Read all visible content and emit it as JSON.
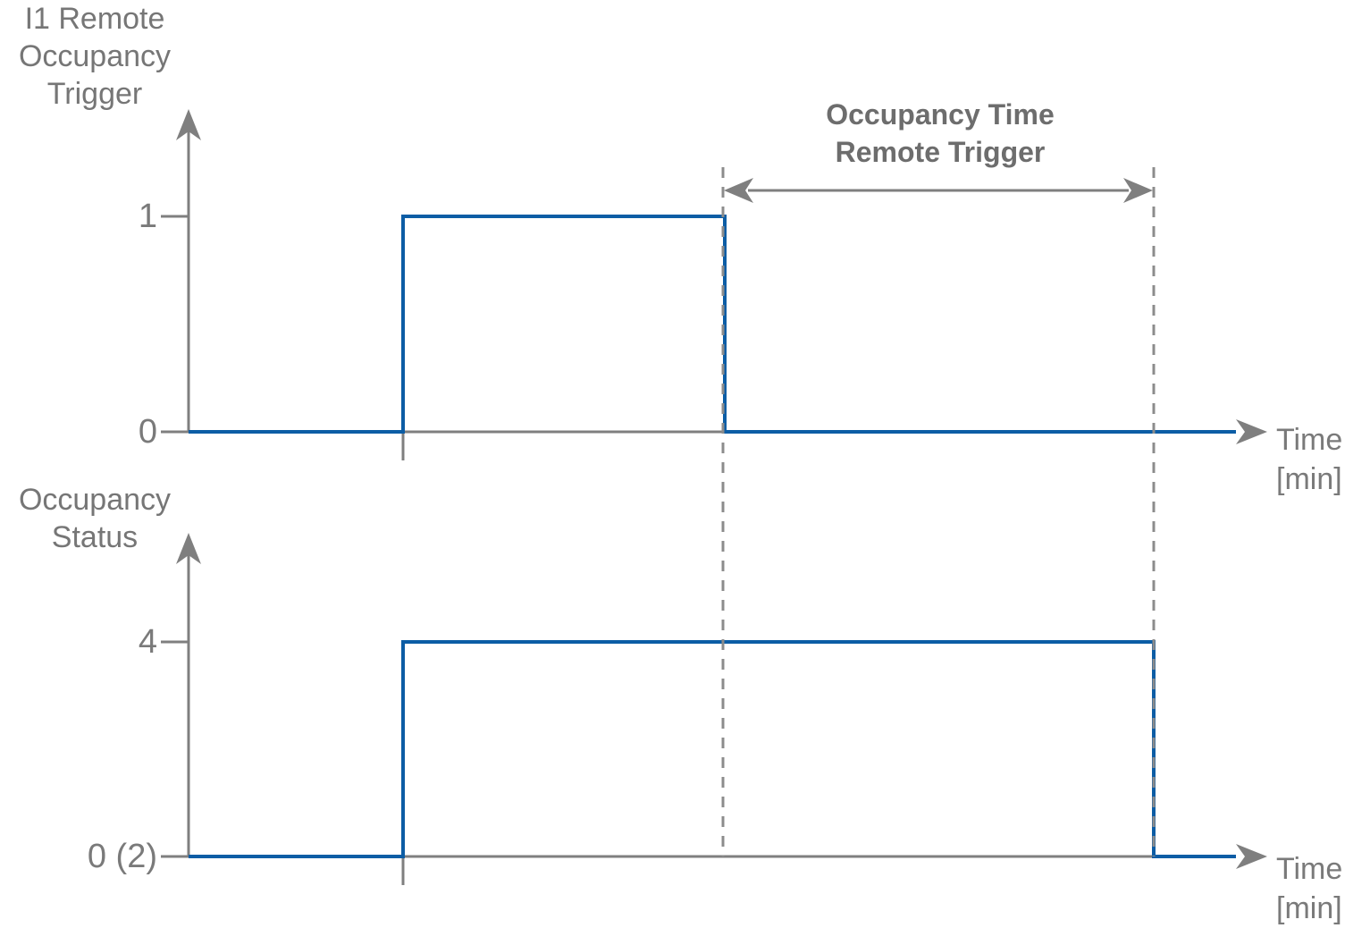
{
  "colors": {
    "signal_blue": "#0C5DA5",
    "axis_gray": "#7f7f7f",
    "dashed_gray": "#8c8c8c",
    "text_gray": "#767676",
    "annotation_gray": "#6d6d6d"
  },
  "labels": {
    "chart1_axis_title": "I1 Remote\nOccupancy\nTrigger",
    "chart2_axis_title": "Occupancy\nStatus",
    "chart1_xlabel": "Time\n[min]",
    "chart2_xlabel": "Time\n[min]",
    "chart1_ytick_high": "1",
    "chart1_ytick_zero": "0",
    "chart2_ytick_high": "4",
    "chart2_ytick_zero": "0 (2)",
    "annotation": "Occupancy Time\nRemote Trigger"
  },
  "chart_data": [
    {
      "type": "line",
      "subtype": "step-signal",
      "title": "I1 Remote Occupancy Trigger",
      "xlabel": "Time [min]",
      "ylabel": "I1 Remote Occupancy Trigger",
      "x": [
        0,
        2,
        2,
        5,
        5,
        9.77
      ],
      "y": [
        0,
        0,
        1,
        1,
        0,
        0
      ],
      "ylim": [
        0,
        1
      ],
      "ytick_values": [
        0,
        1
      ],
      "ytick_labels": [
        "0",
        "1"
      ],
      "grid": false,
      "line_color": "#0C5DA5"
    },
    {
      "type": "line",
      "subtype": "step-signal",
      "title": "Occupancy Status",
      "xlabel": "Time [min]",
      "ylabel": "Occupancy Status",
      "x": [
        0,
        2,
        2,
        9,
        9,
        9.77
      ],
      "y": [
        0,
        0,
        4,
        4,
        0,
        0
      ],
      "ylim": [
        0,
        4
      ],
      "ytick_values": [
        0,
        4
      ],
      "ytick_labels": [
        "0 (2)",
        "4"
      ],
      "grid": false,
      "line_color": "#0C5DA5"
    }
  ],
  "annotation_span": {
    "label": "Occupancy Time Remote Trigger",
    "from_x": 5,
    "to_x": 9
  }
}
